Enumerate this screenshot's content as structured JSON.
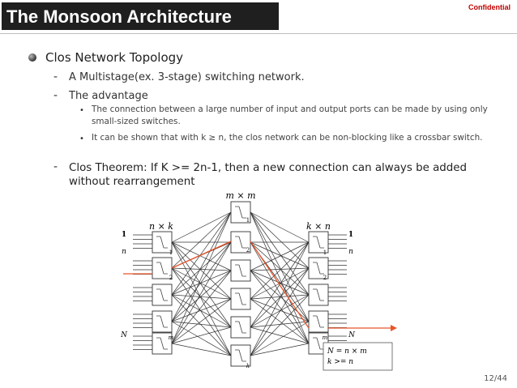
{
  "slide": {
    "title": "The Monsoon Architecture",
    "confidential": "Confidential",
    "page": "12/44"
  },
  "content": {
    "level1": "Clos Network Topology",
    "item1": "A Multistage(ex. 3-stage) switching network.",
    "item2": "The advantage",
    "sub1": "The connection between a large number of input and output ports can be made by using only small-sized switches.",
    "sub2": "It can be shown that with k ≥ n, the clos network can be non-blocking like a crossbar switch.",
    "item3": "Clos Theorem: If K >= 2n-1, then a new connection can always be added without rearrangement"
  },
  "diagram": {
    "label_ingress": "n × k",
    "label_middle": "m × m",
    "label_egress": "k × n",
    "left_ports": [
      "1",
      "n",
      "N"
    ],
    "right_ports": [
      "1",
      "n",
      "N"
    ],
    "ingress_indices": [
      "1",
      "2",
      "m"
    ],
    "middle_indices": [
      "1",
      "2",
      "k"
    ],
    "egress_indices": [
      "1",
      "2",
      "m"
    ],
    "formula_line1": "N = n × m",
    "formula_line2": "k >= n",
    "highlight_color": "#e8552a"
  }
}
